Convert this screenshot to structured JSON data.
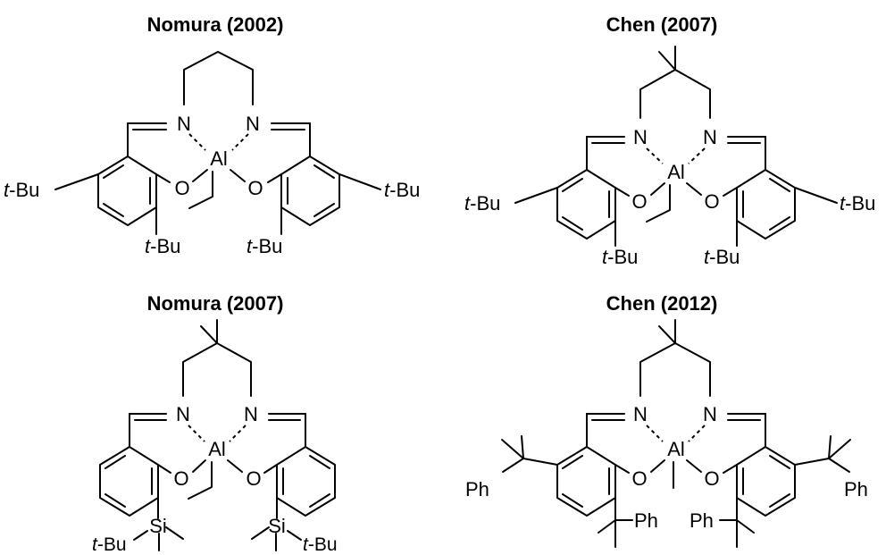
{
  "titles": {
    "top_left": "Nomura (2002)",
    "top_right": "Chen (2007)",
    "bottom_left": "Nomura (2007)",
    "bottom_right": "Chen (2012)"
  },
  "atoms": {
    "nitrogen": "N",
    "aluminum": "Al",
    "oxygen": "O",
    "silicon": "Si"
  },
  "substituents": {
    "tert_prefix": "t",
    "butyl_suffix": "-Bu",
    "phenyl": "Ph"
  }
}
